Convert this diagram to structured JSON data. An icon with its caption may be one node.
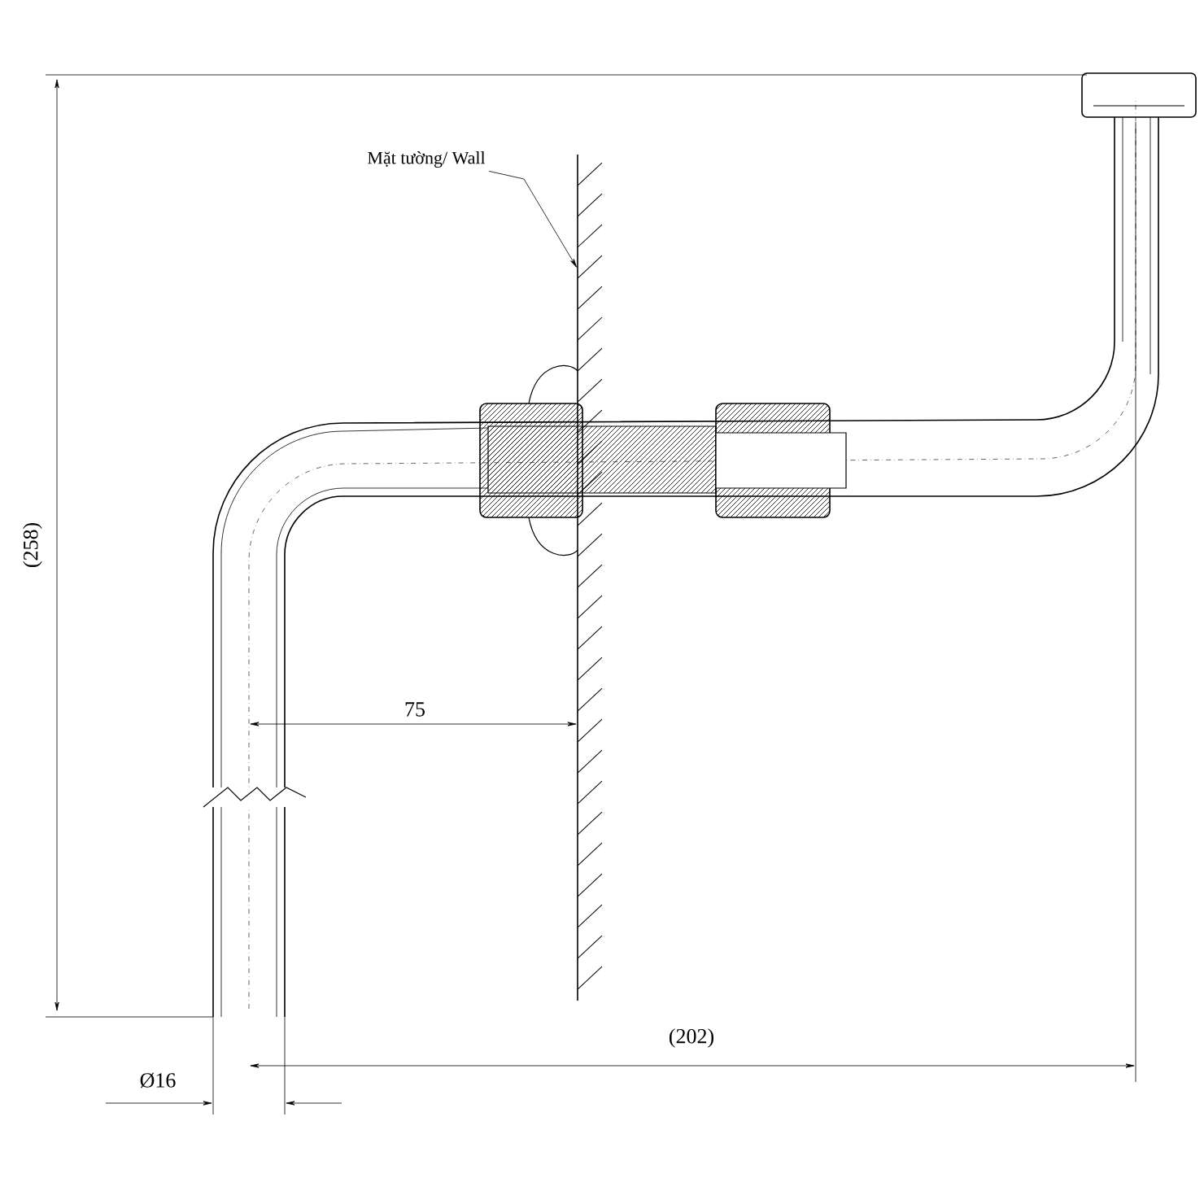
{
  "diagram": {
    "nodes": [
      {
        "text": [
          "Mặt tường/ Wall"
        ]
      },
      {
        "text": [],
        "shape": "wall"
      }
    ],
    "edges": [
      {
        "from": 0,
        "to": 1,
        "arrow": "to"
      }
    ],
    "labels": [
      "(258)",
      "75",
      "(202)",
      "Ø16"
    ]
  }
}
